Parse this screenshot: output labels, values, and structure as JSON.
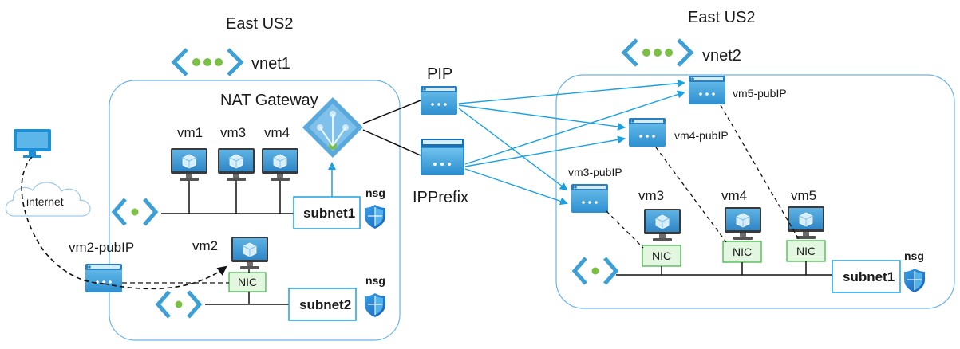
{
  "left": {
    "region": "East US2",
    "vnet": "vnet1",
    "nat_gateway": "NAT Gateway",
    "vms": [
      "vm1",
      "vm3",
      "vm4"
    ],
    "subnet1": "subnet1",
    "subnet2": "subnet2",
    "nsg": "nsg",
    "vm2": "vm2",
    "nic": "NIC",
    "vm2_pubip": "vm2-pubIP",
    "internet": "internet"
  },
  "middle": {
    "pip": "PIP",
    "ipprefix": "IPPrefix"
  },
  "right": {
    "region": "East US2",
    "vnet": "vnet2",
    "vm5_pubip": "vm5-pubIP",
    "vm4_pubip": "vm4-pubIP",
    "vm3_pubip": "vm3-pubIP",
    "vms": [
      "vm3",
      "vm4",
      "vm5"
    ],
    "nic": "NIC",
    "subnet1": "subnet1",
    "nsg": "nsg"
  },
  "colors": {
    "vnet_border": "#6ab4e8",
    "arrow": "#1ba1e2",
    "nic_fill": "#e3f7e0",
    "nic_border": "#3cb043",
    "subnet_border": "#1ba1e2",
    "vnet_icon": "#3c9fd6",
    "vnet_dot": "#7ac043"
  }
}
